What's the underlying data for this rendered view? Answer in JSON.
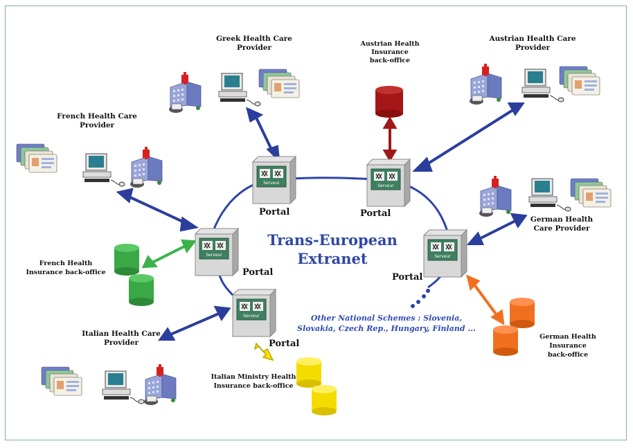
{
  "title": {
    "line1": "Trans-European",
    "line2": "Extranet"
  },
  "other_schemes": {
    "line1": "Other National Schemes : Slovenia,",
    "line2": "Slovakia, Czech Rep., Hungary, Finland ..."
  },
  "portal_label": "Portal",
  "server_label": "Serveur",
  "nodes": {
    "greek_provider": {
      "line1": "Greek Health Care",
      "line2": "Provider"
    },
    "austrian_backoffice": {
      "line1": "Austrian Health",
      "line2": "Insurance",
      "line3": "back-office"
    },
    "austrian_provider": {
      "line1": "Austrian Health Care",
      "line2": "Provider"
    },
    "french_provider": {
      "line1": "French Health Care",
      "line2": "Provider"
    },
    "german_provider": {
      "line1": "German Health",
      "line2": "Care  Provider"
    },
    "french_backoffice": {
      "line1": "French Health",
      "line2": "Insurance back-office"
    },
    "italian_provider": {
      "line1": "Italian Health Care",
      "line2": "Provider"
    },
    "italian_ministry": {
      "line1": "Italian Ministry Health",
      "line2": "Insurance back-office"
    },
    "german_backoffice": {
      "line1": "German Health",
      "line2": "Insurance",
      "line3": "back-office"
    }
  },
  "colors": {
    "network_ring": "#2d44a8",
    "link_blue": "#2c3e9c",
    "austria_red": "#b01818",
    "france_green": "#3bb34a",
    "italy_yellow": "#ffe000",
    "germany_orange": "#f07020",
    "frame_border": "#7fb48d"
  },
  "icons": [
    "server-icon",
    "hospital-icon",
    "computer-icon",
    "health-card-icon",
    "database-icon"
  ]
}
